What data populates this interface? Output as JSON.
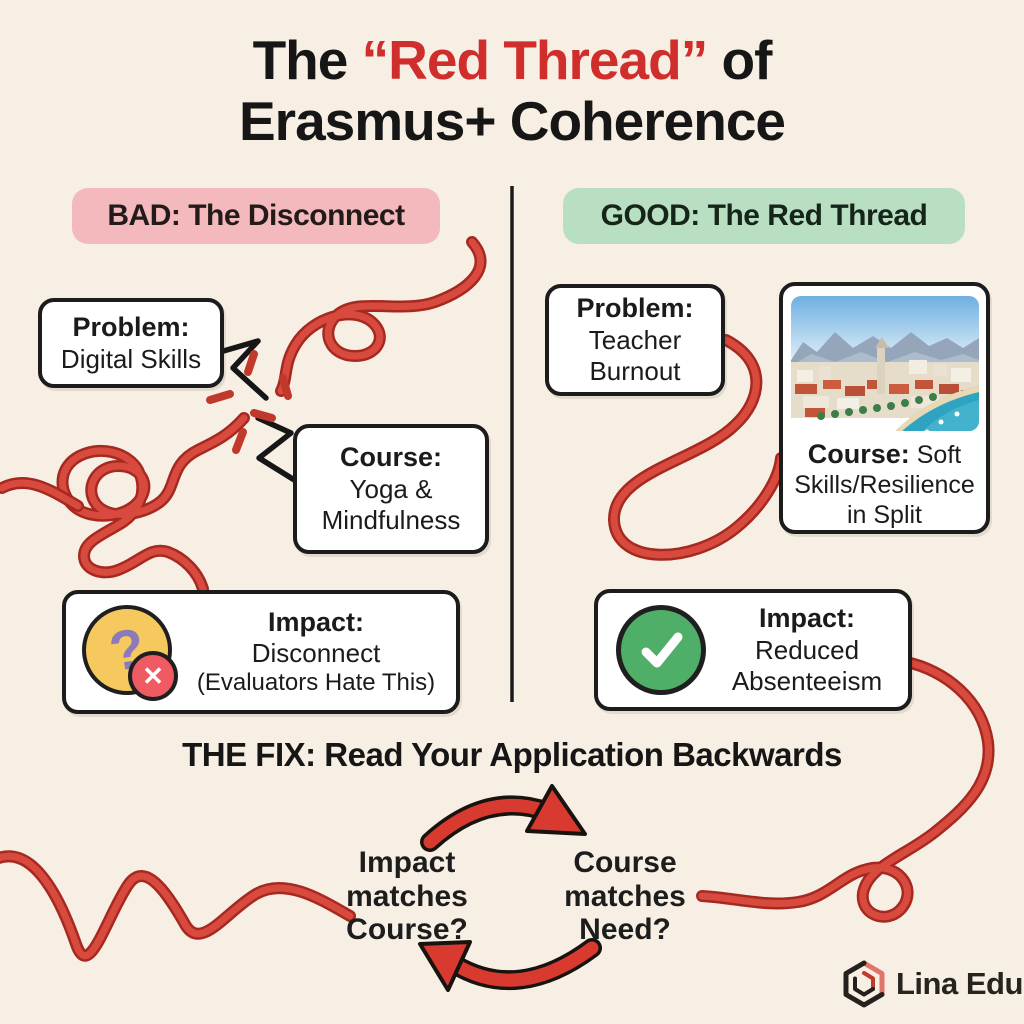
{
  "title": {
    "line1_pre": "The ",
    "line1_accent": "“Red Thread”",
    "line1_post": " of",
    "line2": "Erasmus+ Coherence"
  },
  "columns": {
    "bad": {
      "header": "BAD: The Disconnect",
      "problem_label": "Problem:",
      "problem_value": "Digital Skills",
      "course_label": "Course:",
      "course_line1": "Yoga &",
      "course_line2": "Mindfulness",
      "impact_label": "Impact:",
      "impact_line1": "Disconnect",
      "impact_line2": "(Evaluators Hate This)"
    },
    "good": {
      "header": "GOOD: The Red Thread",
      "problem_label": "Problem:",
      "problem_line1": "Teacher",
      "problem_line2": "Burnout",
      "course_label": "Course:",
      "course_rest": " Soft",
      "course_line2": "Skills/Resilience",
      "course_line3": "in Split",
      "impact_label": "Impact:",
      "impact_line1": "Reduced",
      "impact_line2": "Absenteeism"
    }
  },
  "fix": {
    "heading": "THE FIX: Read Your Application Backwards",
    "left": [
      "Impact",
      "matches",
      "Course?"
    ],
    "right": [
      "Course",
      "matches",
      "Need?"
    ]
  },
  "logo": {
    "text": "Lina Edu"
  },
  "icons": {
    "bad_impact_primary": "question-mark-icon",
    "bad_impact_badge": "x-error-badge-icon",
    "good_impact": "checkmark-icon",
    "break": "broken-thread-lightning-icon",
    "cycle_top": "curved-arrow-right-icon",
    "cycle_bottom": "curved-arrow-left-icon",
    "logo": "hexagon-logo-icon",
    "photo": "split-croatia-photo"
  },
  "colors": {
    "background": "#f7efe3",
    "title_accent": "#d02d2d",
    "bad_pill_bg": "#f4b9bd",
    "good_pill_bg": "#b9dfc2",
    "box_border": "#1c1c1c",
    "thread_core": "#cf3d33",
    "thread_outline": "#a62921",
    "question_circle": "#f6c95f",
    "question_mark": "#8d7ab8",
    "error_badge": "#ef5a63",
    "check_circle": "#4fae68",
    "arrow_red": "#d93a30"
  }
}
